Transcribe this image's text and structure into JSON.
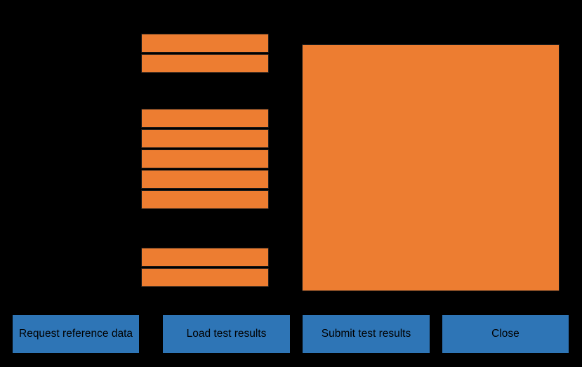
{
  "window": {
    "background_color": "#000000",
    "accent_orange": "#ED7D31",
    "accent_blue": "#2E75B6",
    "border_color": "#1A1A1A"
  },
  "panels": {
    "detail_panel": {
      "name": "content-panel",
      "fill": "#ED7D31",
      "has_text": false
    }
  },
  "lists": {
    "groups": [
      {
        "name": "group-a",
        "rows": [
          {
            "label": ""
          },
          {
            "label": ""
          }
        ]
      },
      {
        "name": "group-b",
        "rows": [
          {
            "label": ""
          },
          {
            "label": ""
          },
          {
            "label": ""
          },
          {
            "label": ""
          },
          {
            "label": ""
          }
        ]
      },
      {
        "name": "group-c",
        "rows": [
          {
            "label": ""
          },
          {
            "label": ""
          }
        ]
      }
    ]
  },
  "action_bar": {
    "buttons": [
      {
        "id": "request-reference-data",
        "label": "Request reference data"
      },
      {
        "id": "load-test-results",
        "label": "Load test results"
      },
      {
        "id": "submit-test-results",
        "label": "Submit test results"
      },
      {
        "id": "close",
        "label": "Close"
      }
    ]
  }
}
